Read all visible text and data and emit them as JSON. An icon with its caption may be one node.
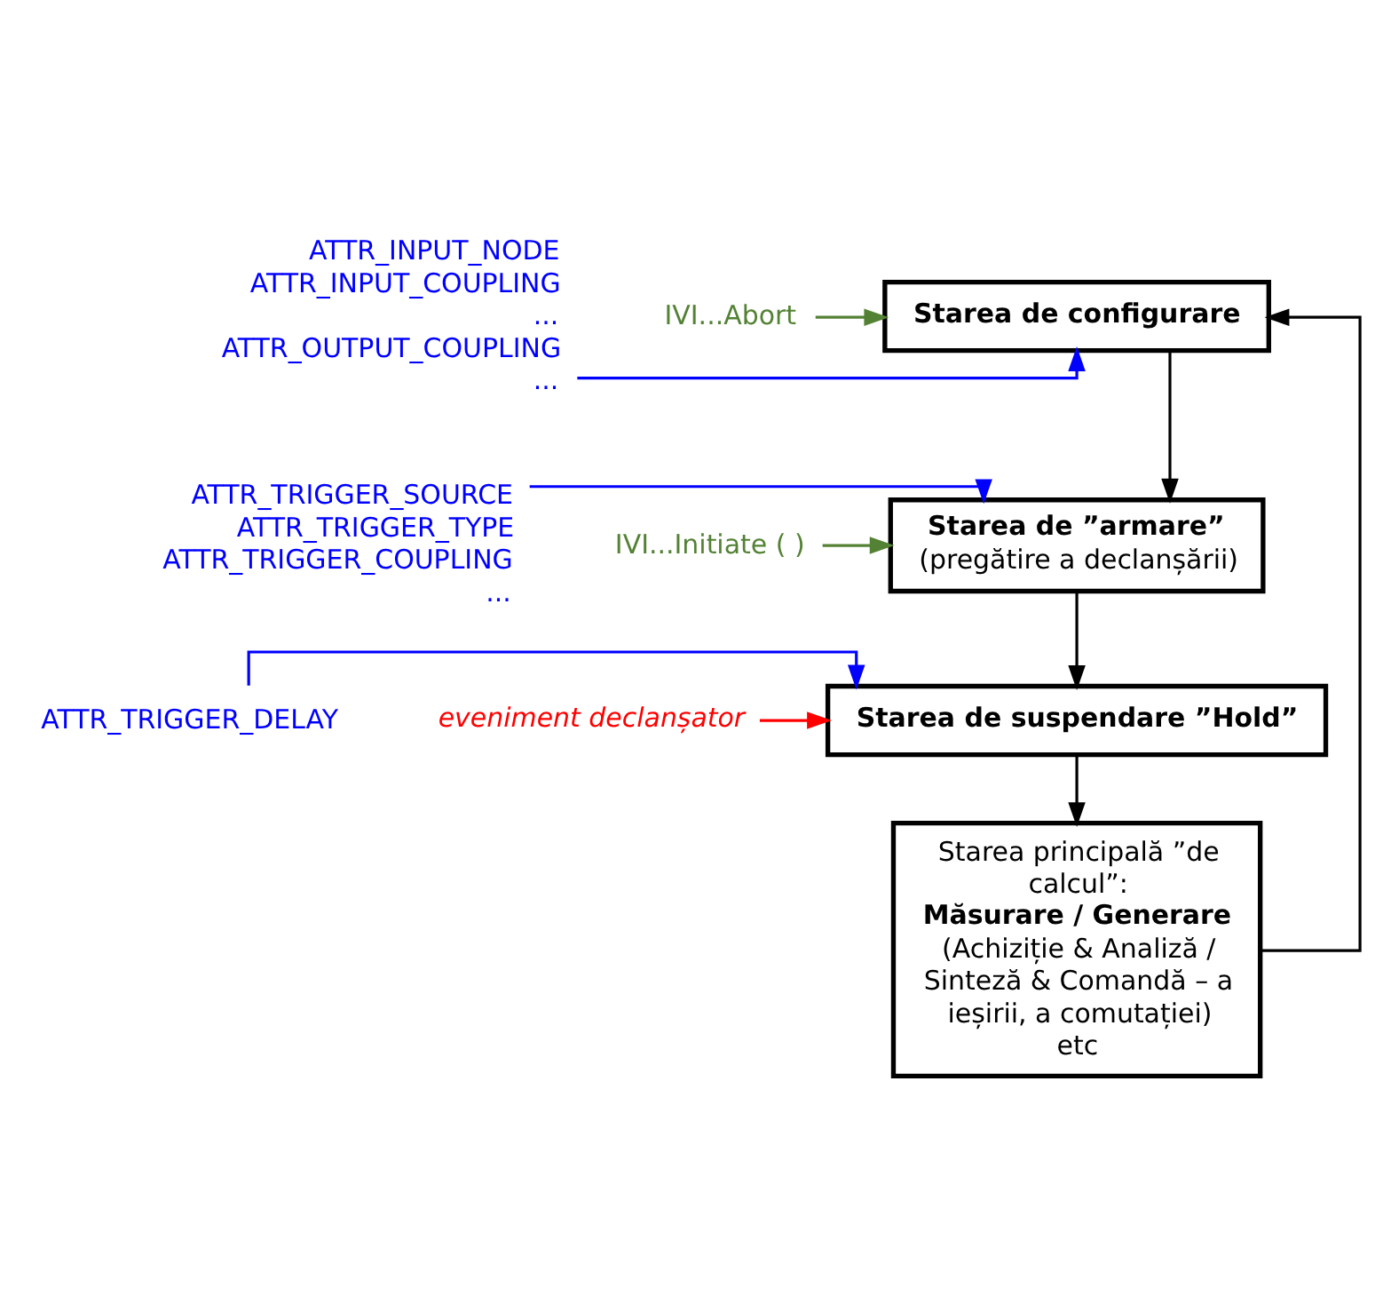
{
  "diagram": {
    "nodes": [
      {
        "text": [
          "Starea de configurare"
        ]
      },
      {
        "text": [
          "Starea de ”armare”",
          "(pregătire a declanșării)"
        ]
      },
      {
        "text": [
          "Starea de suspendare ”Hold”"
        ]
      },
      {
        "text": [
          "Starea principală ”de calcul”:",
          "Măsurare / Generare",
          "(Achiziție & Analiză / Sinteză & Comandă – a ieșirii, a comutației) etc"
        ]
      },
      {
        "text": [
          "ATTR_INPUT_NODE",
          "ATTR_INPUT_COUPLING",
          "...",
          "ATTR_OUTPUT_COUPLING",
          "..."
        ]
      },
      {
        "text": [
          "ATTR_TRIGGER_SOURCE",
          "ATTR_TRIGGER_TYPE",
          "ATTR_TRIGGER_COUPLING",
          "..."
        ]
      },
      {
        "text": [
          "ATTR_TRIGGER_DELAY"
        ]
      },
      {
        "text": [
          "IVI...Abort"
        ]
      },
      {
        "text": [
          "IVI...Initiate ( )"
        ]
      },
      {
        "text": [
          "eveniment declanșator"
        ]
      }
    ],
    "edges": [
      {
        "from": 0,
        "to": 1,
        "arrow": "to"
      },
      {
        "from": 1,
        "to": 2,
        "arrow": "to"
      },
      {
        "from": 2,
        "to": 3,
        "arrow": "to"
      },
      {
        "from": 3,
        "to": 0,
        "arrow": "to"
      },
      {
        "from": 4,
        "to": 0,
        "arrow": "to",
        "color": "#0000ff"
      },
      {
        "from": 5,
        "to": 1,
        "arrow": "to",
        "color": "#0000ff"
      },
      {
        "from": 6,
        "to": 2,
        "arrow": "to",
        "color": "#0000ff"
      },
      {
        "from": 7,
        "to": 0,
        "arrow": "to",
        "color": "#548235"
      },
      {
        "from": 8,
        "to": 1,
        "arrow": "to",
        "color": "#548235"
      },
      {
        "from": 9,
        "to": 2,
        "arrow": "to",
        "color": "#ff0000"
      }
    ]
  }
}
